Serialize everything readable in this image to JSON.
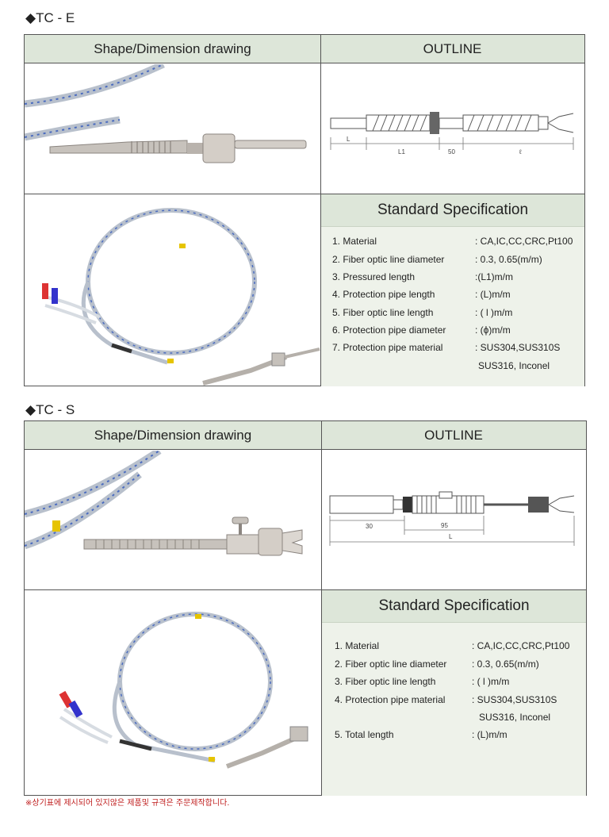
{
  "sections": [
    {
      "title": "◆TC - E",
      "col_left_header": "Shape/Dimension drawing",
      "col_right_header": "OUTLINE",
      "outline_labels": [
        "L",
        "L1",
        "50",
        "ℓ"
      ],
      "spec_title": "Standard Specification",
      "specs": [
        {
          "label": "1. Material",
          "value": ": CA,IC,CC,CRC,Pt100"
        },
        {
          "label": "2. Fiber optic line diameter",
          "value": ": 0.3, 0.65(m/m)"
        },
        {
          "label": "3. Pressured length",
          "value": ":(L1)m/m"
        },
        {
          "label": "4. Protection pipe length",
          "value": ": (L)m/m"
        },
        {
          "label": "5. Fiber optic line length",
          "value": ": ( l )m/m"
        },
        {
          "label": "6. Protection pipe diameter",
          "value": ": (ϕ)m/m"
        },
        {
          "label": "7. Protection pipe material",
          "value": ": SUS304,SUS310S"
        },
        {
          "label": "",
          "value": "SUS316, Inconel"
        }
      ]
    },
    {
      "title": "◆TC - S",
      "col_left_header": "Shape/Dimension drawing",
      "col_right_header": "OUTLINE",
      "outline_labels": [
        "30",
        "95",
        "L"
      ],
      "spec_title": "Standard Specification",
      "specs": [
        {
          "label": "1. Material",
          "value": ": CA,IC,CC,CRC,Pt100"
        },
        {
          "label": "2. Fiber optic line diameter",
          "value": ": 0.3, 0.65(m/m)"
        },
        {
          "label": "3. Fiber optic line length",
          "value": ": ( l )m/m"
        },
        {
          "label": "4. Protection pipe material",
          "value": ": SUS304,SUS310S"
        },
        {
          "label": "",
          "value": "SUS316, Inconel"
        },
        {
          "label": "5. Total length",
          "value": ": (L)m/m"
        }
      ]
    }
  ],
  "footnote": "※상기표에 제시되어 있지않은 제품및 규격은 주문제작합니다.",
  "colors": {
    "header_bg": "#dde6d9",
    "panel_bg": "#eef2ea",
    "note": "#c02020"
  }
}
